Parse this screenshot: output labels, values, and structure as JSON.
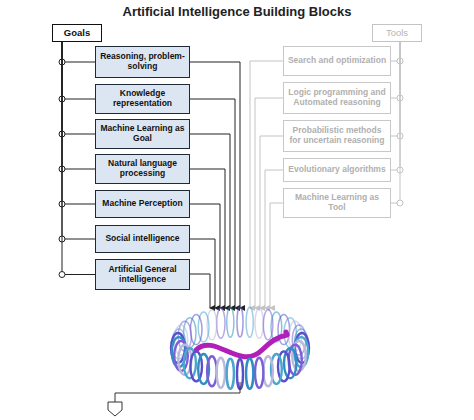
{
  "diagram": {
    "title": "Artificial Intelligence Building Blocks",
    "nodes": [
      {
        "text": [
          "Goals"
        ]
      },
      {
        "text": [
          "Reasoning, problem-solving"
        ]
      },
      {
        "text": [
          "Knowledge representation"
        ]
      },
      {
        "text": [
          "Machine Learning as Goal"
        ]
      },
      {
        "text": [
          "Natural language processing"
        ]
      },
      {
        "text": [
          "Machine Perception"
        ]
      },
      {
        "text": [
          "Social intelligence"
        ]
      },
      {
        "text": [
          "Artificial General intelligence"
        ]
      },
      {
        "text": [
          "Tools"
        ]
      },
      {
        "text": [
          "Search and optimization"
        ]
      },
      {
        "text": [
          "Logic programming and Automated reasoning"
        ]
      },
      {
        "text": [
          "Probabilistic methods for uncertain reasoning"
        ]
      },
      {
        "text": [
          "Evolutionary algorithms"
        ]
      },
      {
        "text": [
          "Machine Learning as Tool"
        ]
      }
    ],
    "edges": [
      {
        "from": 0,
        "to": 1,
        "arrow": "none"
      },
      {
        "from": 0,
        "to": 2,
        "arrow": "none"
      },
      {
        "from": 0,
        "to": 3,
        "arrow": "none"
      },
      {
        "from": 0,
        "to": 4,
        "arrow": "none"
      },
      {
        "from": 0,
        "to": 5,
        "arrow": "none"
      },
      {
        "from": 0,
        "to": 6,
        "arrow": "none"
      },
      {
        "from": 0,
        "to": 7,
        "arrow": "none"
      },
      {
        "from": 8,
        "to": 9,
        "arrow": "none"
      },
      {
        "from": 8,
        "to": 10,
        "arrow": "none"
      },
      {
        "from": 8,
        "to": 11,
        "arrow": "none"
      },
      {
        "from": 8,
        "to": 12,
        "arrow": "none"
      },
      {
        "from": 8,
        "to": 13,
        "arrow": "none"
      }
    ]
  }
}
